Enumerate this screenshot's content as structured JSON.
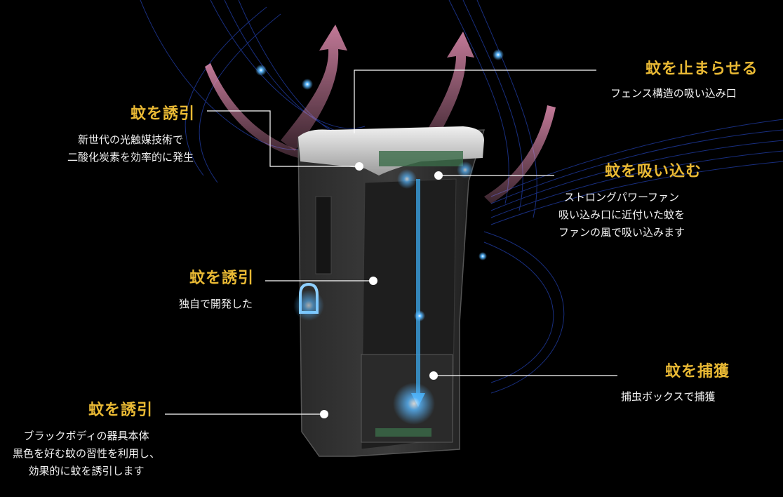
{
  "colors": {
    "accent": "#e9b934",
    "text": "#f2f2f2",
    "background": "#000000",
    "airflow_out": "#e58fb3",
    "airflow_in": "#3aa0e0",
    "swirl": "#1f3a9e"
  },
  "callouts": [
    {
      "title": "蚊を止まらせる",
      "lines": [
        "フェンス構造の吸い込み口"
      ]
    },
    {
      "title": "蚊を誘引",
      "lines": [
        "新世代の光触媒技術で",
        "二酸化炭素を効率的に発生"
      ]
    },
    {
      "title": "蚊を吸い込む",
      "lines": [
        "ストロングパワーファン",
        "吸い込み口に近付いた蚊を",
        "ファンの風で吸い込みます"
      ]
    },
    {
      "title": "蚊を誘引",
      "lines": [
        "独自で開発した"
      ]
    },
    {
      "title": "蚊を捕獲",
      "lines": [
        "捕虫ボックスで捕獲"
      ]
    },
    {
      "title": "蚊を誘引",
      "lines": [
        "ブラックボディの器具本体",
        "黒色を好む蚊の習性を利用し、",
        "効果的に蚊を誘引します"
      ]
    }
  ]
}
